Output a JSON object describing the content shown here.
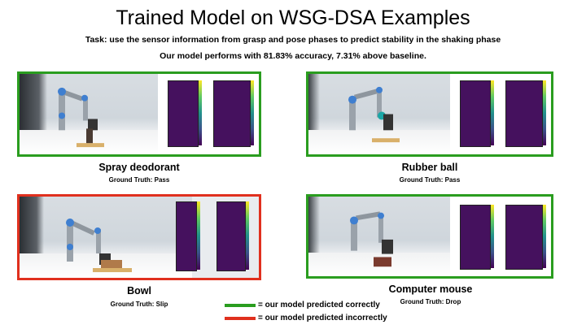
{
  "header": {
    "title": "Trained Model on WSG-DSA Examples",
    "task": "Task: use the sensor information from grasp and pose phases to predict stability in the shaking phase",
    "performance": "Our model performs with 81.83% accuracy, 7.31% above baseline."
  },
  "examples": [
    {
      "object": "Spray deodorant",
      "ground_truth": "Ground Truth: Pass",
      "prediction": "correct"
    },
    {
      "object": "Rubber ball",
      "ground_truth": "Ground Truth: Pass",
      "prediction": "correct"
    },
    {
      "object": "Bowl",
      "ground_truth": "Ground Truth: Slip",
      "prediction": "incorrect"
    },
    {
      "object": "Computer mouse",
      "ground_truth": "Ground Truth: Drop",
      "prediction": "correct"
    }
  ],
  "legend": {
    "correct_prefix": "= our model predicted ",
    "correct_word": "correctly",
    "incorrect_prefix": "= our model predicted ",
    "incorrect_word": "incorrectly"
  },
  "colors": {
    "correct": "#2a9d1f",
    "incorrect": "#e0301e",
    "heatmap": "#45115e"
  }
}
